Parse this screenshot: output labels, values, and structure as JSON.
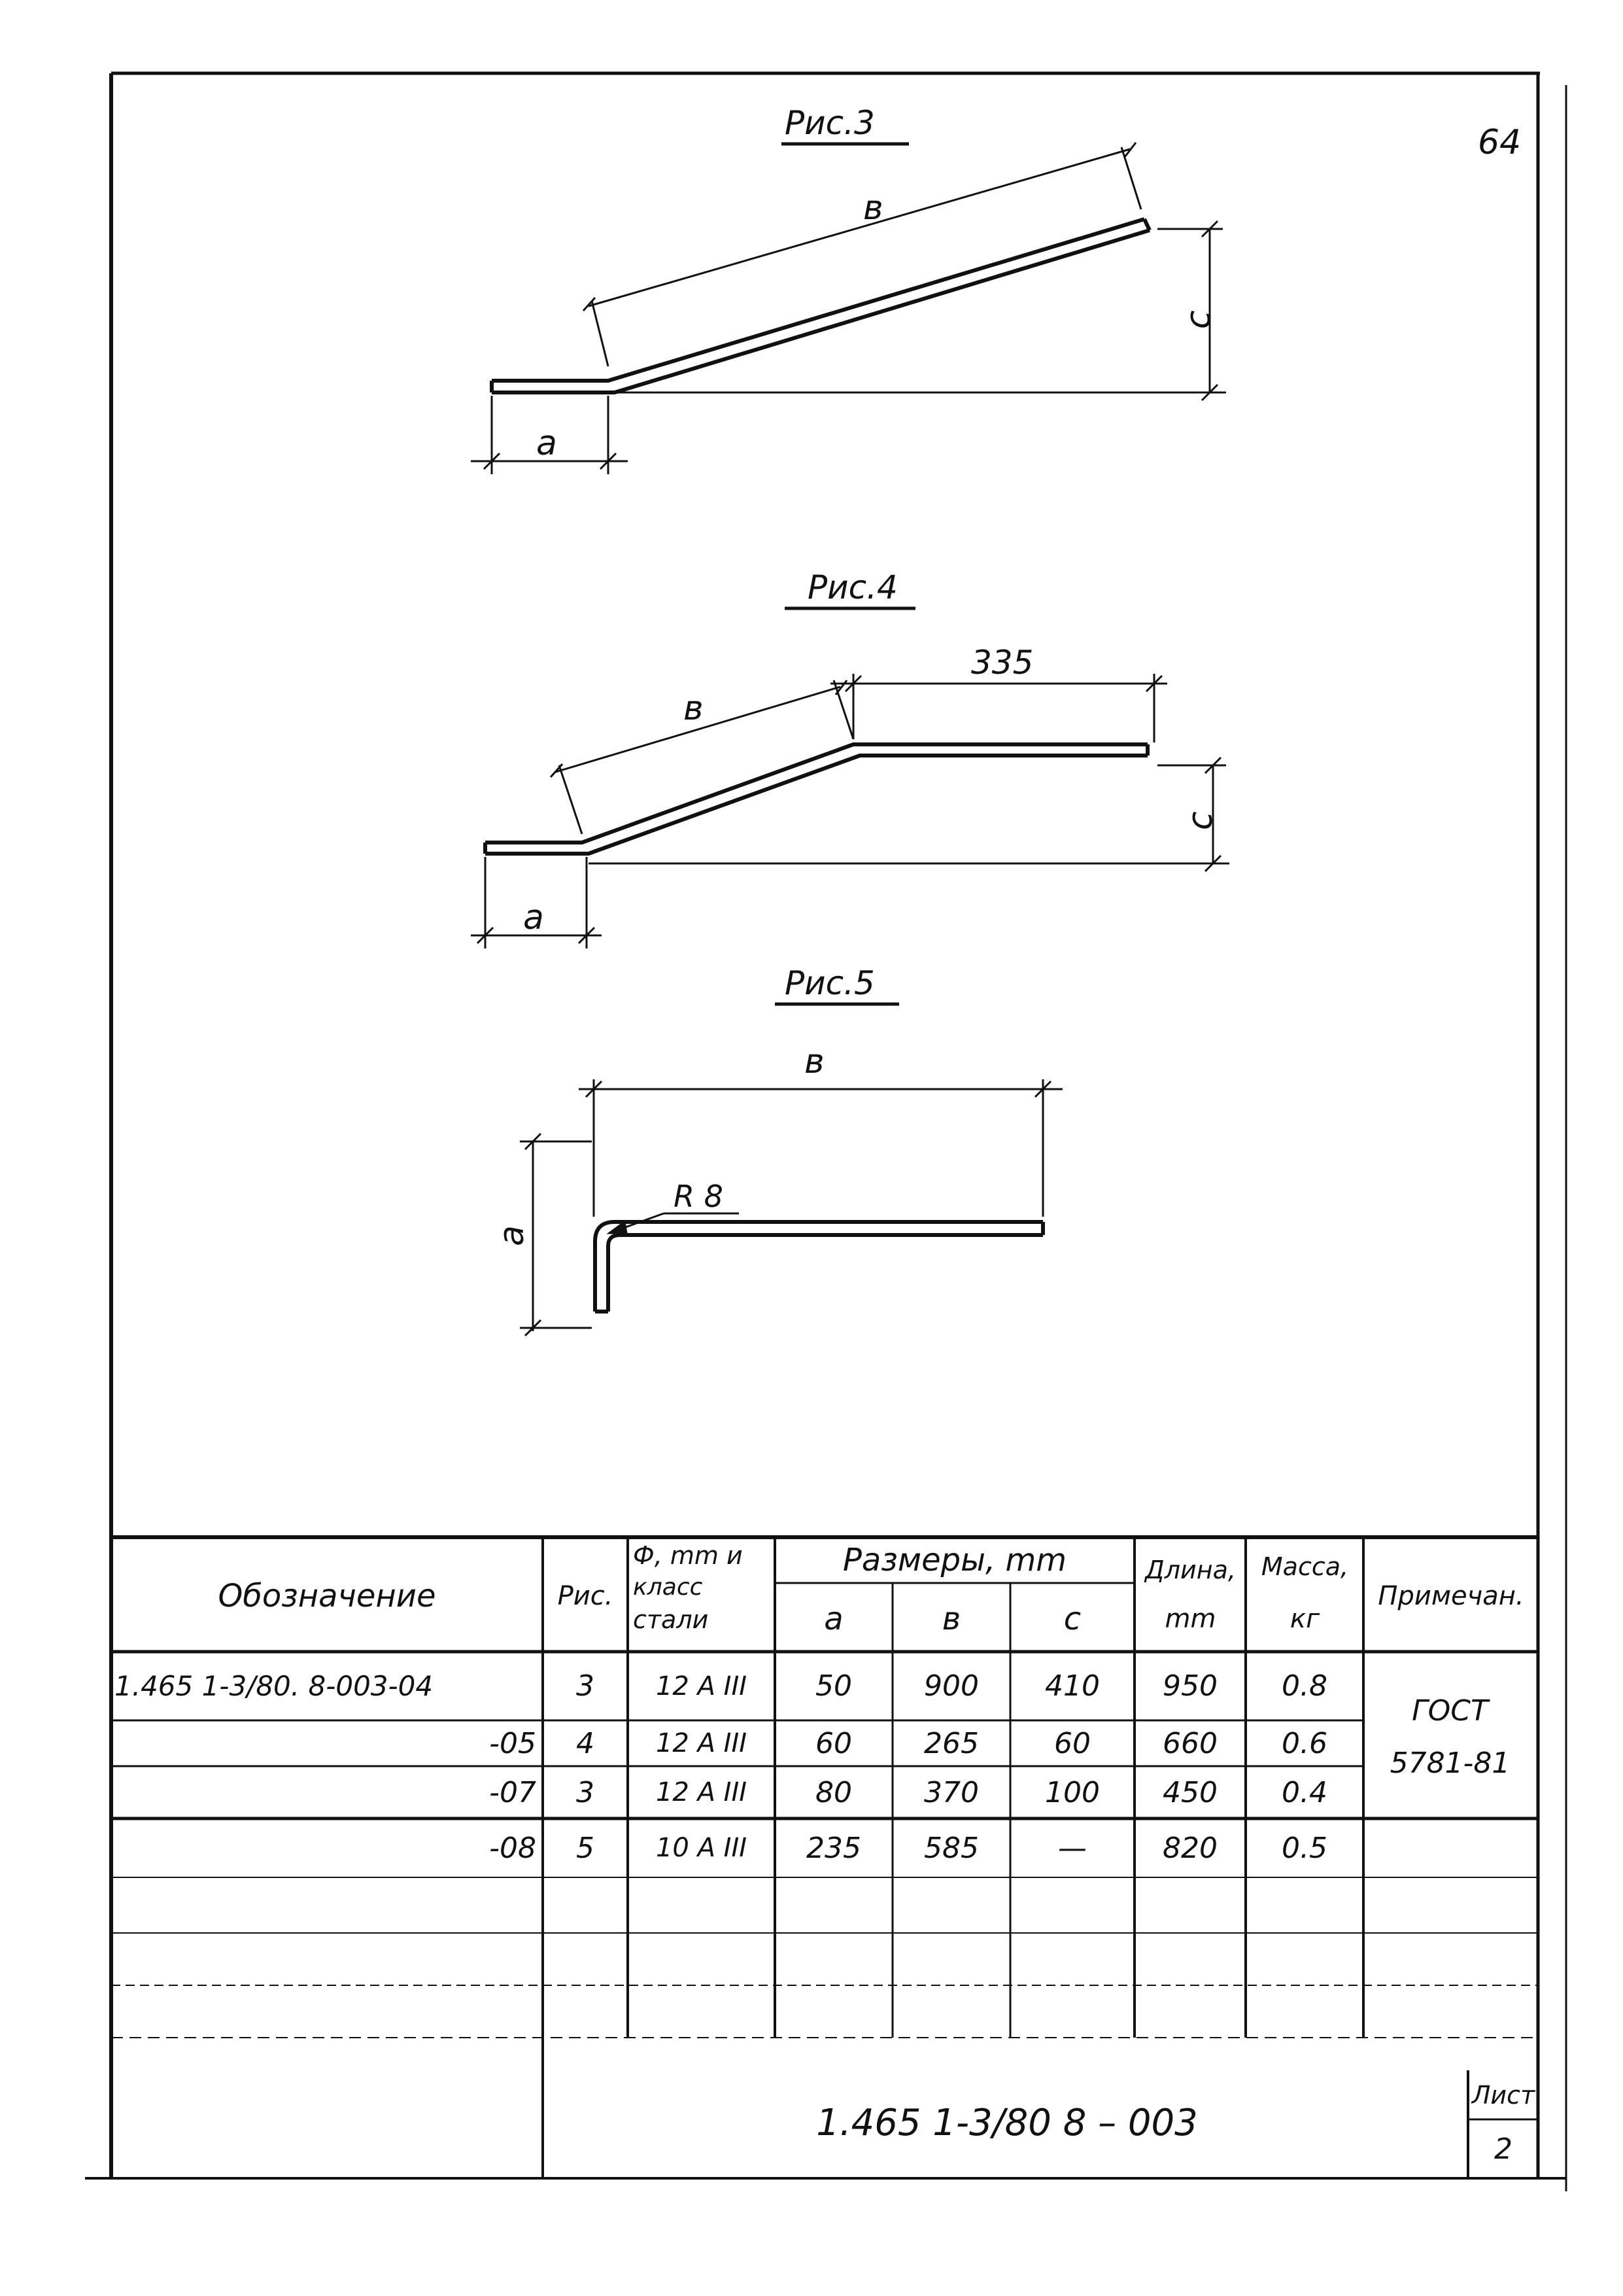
{
  "page_number": "64",
  "figures": [
    {
      "caption": "Рис.3",
      "dims": {
        "a": "а",
        "b": "в",
        "c": "с"
      }
    },
    {
      "caption": "Рис.4",
      "dims": {
        "a": "а",
        "b": "в",
        "c": "с",
        "flat": "335"
      }
    },
    {
      "caption": "Рис.5",
      "dims": {
        "a": "а",
        "b": "в",
        "radius": "R 8"
      }
    }
  ],
  "table": {
    "headers": {
      "designation": "Обозначение",
      "figure": "Рис.",
      "steel": [
        "Ф, mm и",
        "класс",
        "стали"
      ],
      "sizes": "Размеры, mm",
      "size_a": "а",
      "size_b": "в",
      "size_c": "с",
      "length": [
        "Длина,",
        "mm"
      ],
      "mass": [
        "Масса,",
        "кг"
      ],
      "note": "Примечан."
    },
    "rows": [
      {
        "designation": "1.465 1-3/80. 8-003-04",
        "figure": "3",
        "steel": "12 A III",
        "a": "50",
        "b": "900",
        "c": "410",
        "length": "950",
        "mass": "0.8"
      },
      {
        "designation": "-05",
        "figure": "4",
        "steel": "12 A III",
        "a": "60",
        "b": "265",
        "c": "60",
        "length": "660",
        "mass": "0.6"
      },
      {
        "designation": "-07",
        "figure": "3",
        "steel": "12 A III",
        "a": "80",
        "b": "370",
        "c": "100",
        "length": "450",
        "mass": "0.4"
      },
      {
        "designation": "-08",
        "figure": "5",
        "steel": "10 A III",
        "a": "235",
        "b": "585",
        "c": "—",
        "length": "820",
        "mass": "0.5"
      }
    ],
    "note": [
      "ГОСТ",
      "5781-81"
    ]
  },
  "title_block": {
    "code": "1.465 1-3/80  8 – 003",
    "sheet_label": "Лист",
    "sheet_number": "2"
  }
}
